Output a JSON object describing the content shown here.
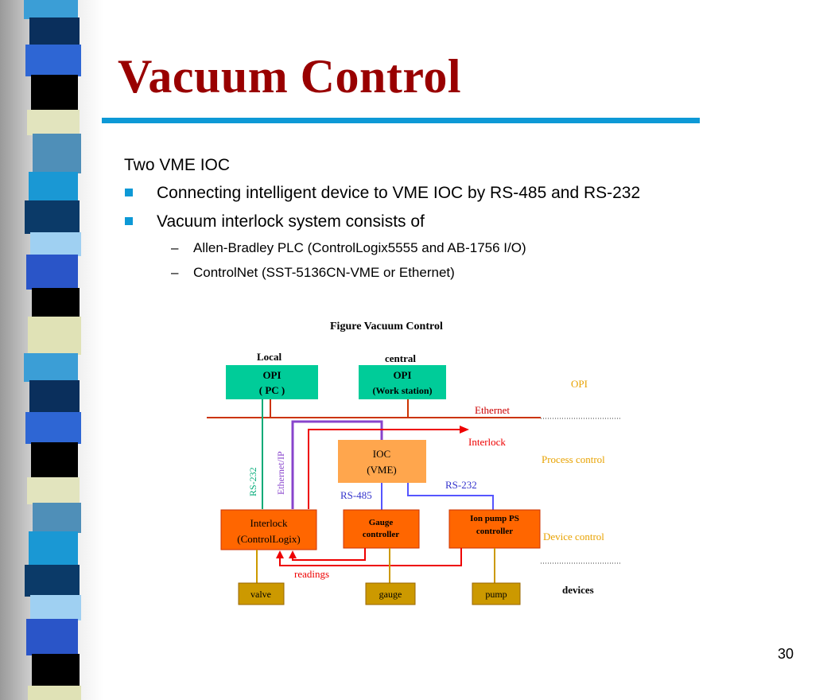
{
  "slide": {
    "title": "Vacuum Control",
    "intro": "Two VME IOC",
    "bullets": [
      "Connecting intelligent device to VME IOC by RS-485 and RS-232",
      "Vacuum interlock system consists of"
    ],
    "subbullets": [
      "Allen-Bradley PLC  (ControlLogix5555 and AB-1756 I/O)",
      "ControlNet  (SST-5136CN-VME or Ethernet)"
    ],
    "dash_symbol": "–",
    "page_number": "30"
  },
  "figure": {
    "title": "Figure  Vacuum Control",
    "local_label": "Local",
    "central_label": "central",
    "opi_local": {
      "line1": "OPI",
      "line2": "( PC )"
    },
    "opi_central": {
      "line1": "OPI",
      "line2": "(Work station)"
    },
    "ioc": {
      "line1": "IOC",
      "line2": "(VME)"
    },
    "interlock_box": {
      "line1": "Interlock",
      "line2": "(ControlLogix)"
    },
    "gauge_ctrl": {
      "line1": "Gauge",
      "line2": "controller"
    },
    "ionpump_ctrl": {
      "line1": "Ion pump PS",
      "line2": "controller"
    },
    "valve": "valve",
    "gauge": "gauge",
    "pump": "pump",
    "ethernet_label": "Ethernet",
    "interlock_label": "Interlock",
    "rs232_vertical": "RS-232",
    "ethernet_ip_vertical": "Ethernet/IP",
    "rs485_label": "RS-485",
    "rs232_label": "RS-232",
    "readings_label": "readings",
    "layer_opi": "OPI",
    "layer_process": "Process control",
    "layer_device": "Device control",
    "layer_devices": "devices"
  },
  "colors": {
    "title": "#990000",
    "accent": "#0d99d6",
    "opi_box": "#00cc99",
    "ioc_box": "#ffa64d",
    "ctrl_box": "#ff6600",
    "device_box": "#cc9900",
    "ethernet_line": "#cc3300",
    "interlock_line": "#ee0000",
    "rs232_line": "#009966",
    "ethernet_ip_line": "#8844cc",
    "rs485_line": "#5555ff",
    "layer_label": "#e8a200"
  }
}
